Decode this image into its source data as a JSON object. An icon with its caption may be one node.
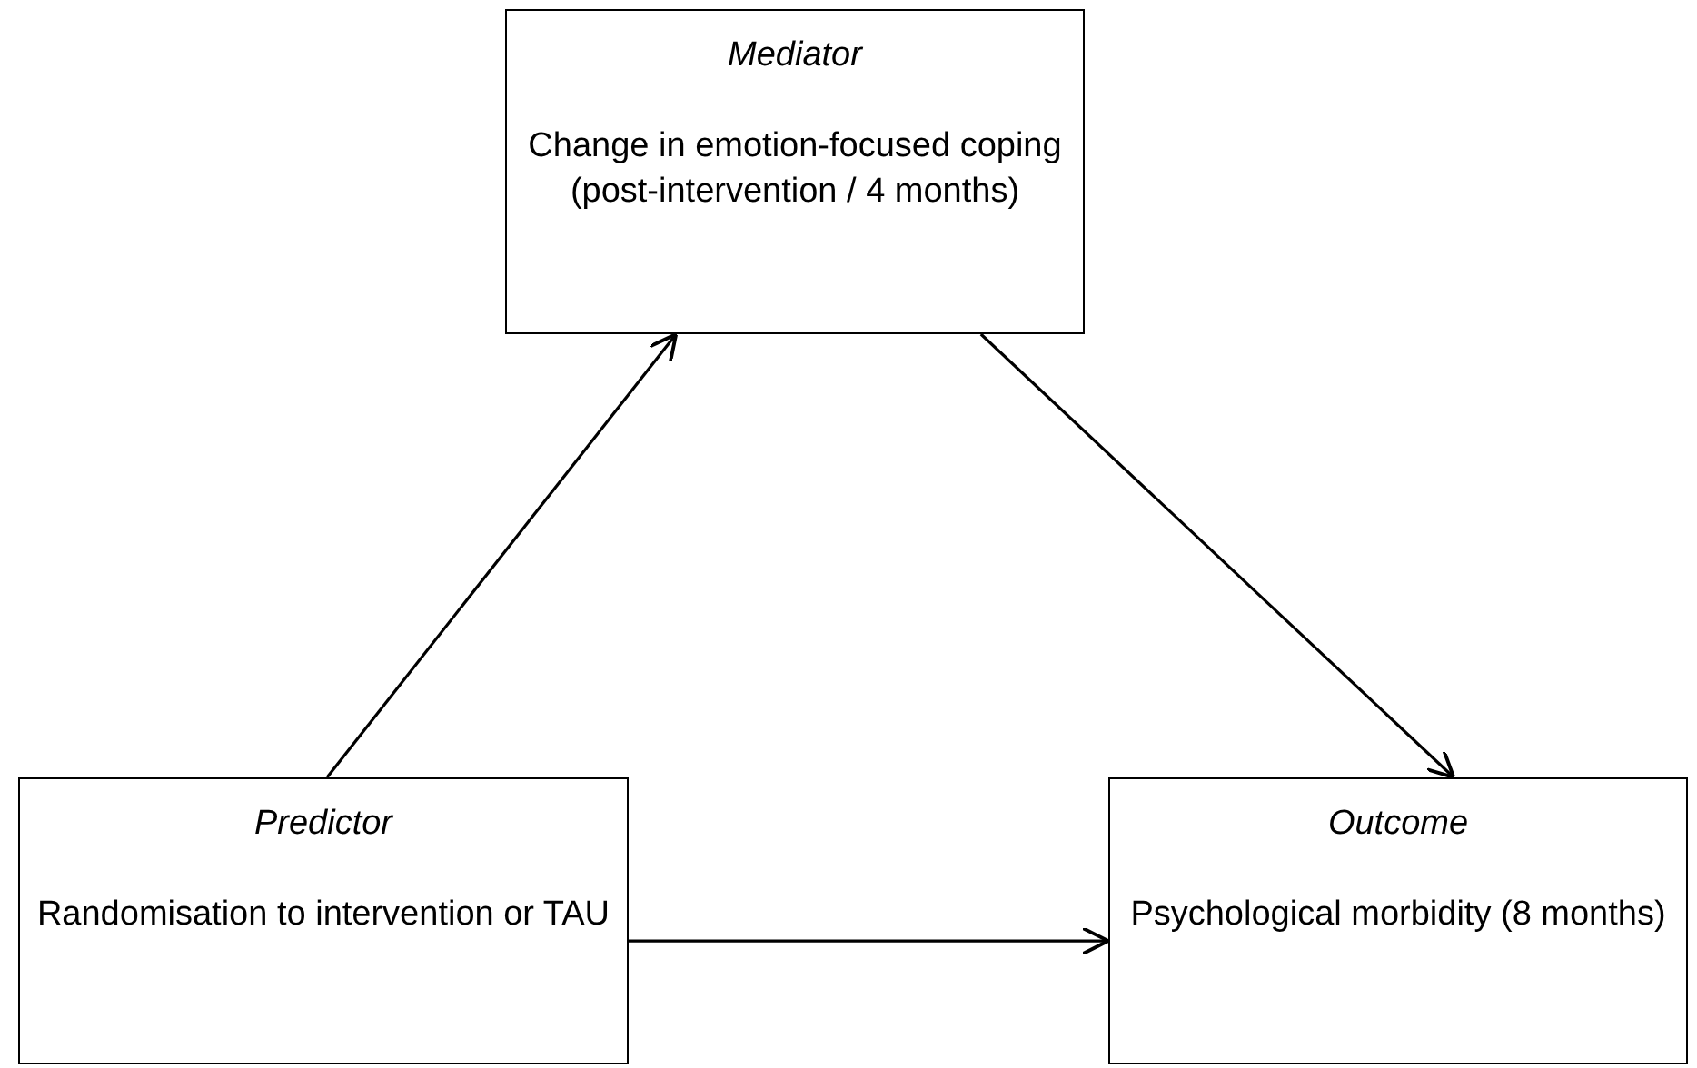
{
  "diagram": {
    "nodes": [
      {
        "text": [
          "Mediator",
          "Change in emotion-focused coping (post-intervention / 4 months)"
        ]
      },
      {
        "text": [
          "Predictor",
          "Randomisation to intervention or TAU"
        ]
      },
      {
        "text": [
          "Outcome",
          "Psychological morbidity (8 months)"
        ]
      }
    ],
    "edges": [
      {
        "from": 1,
        "to": 0,
        "arrow": "to"
      },
      {
        "from": 0,
        "to": 2,
        "arrow": "to"
      },
      {
        "from": 1,
        "to": 2,
        "arrow": "to"
      }
    ]
  }
}
